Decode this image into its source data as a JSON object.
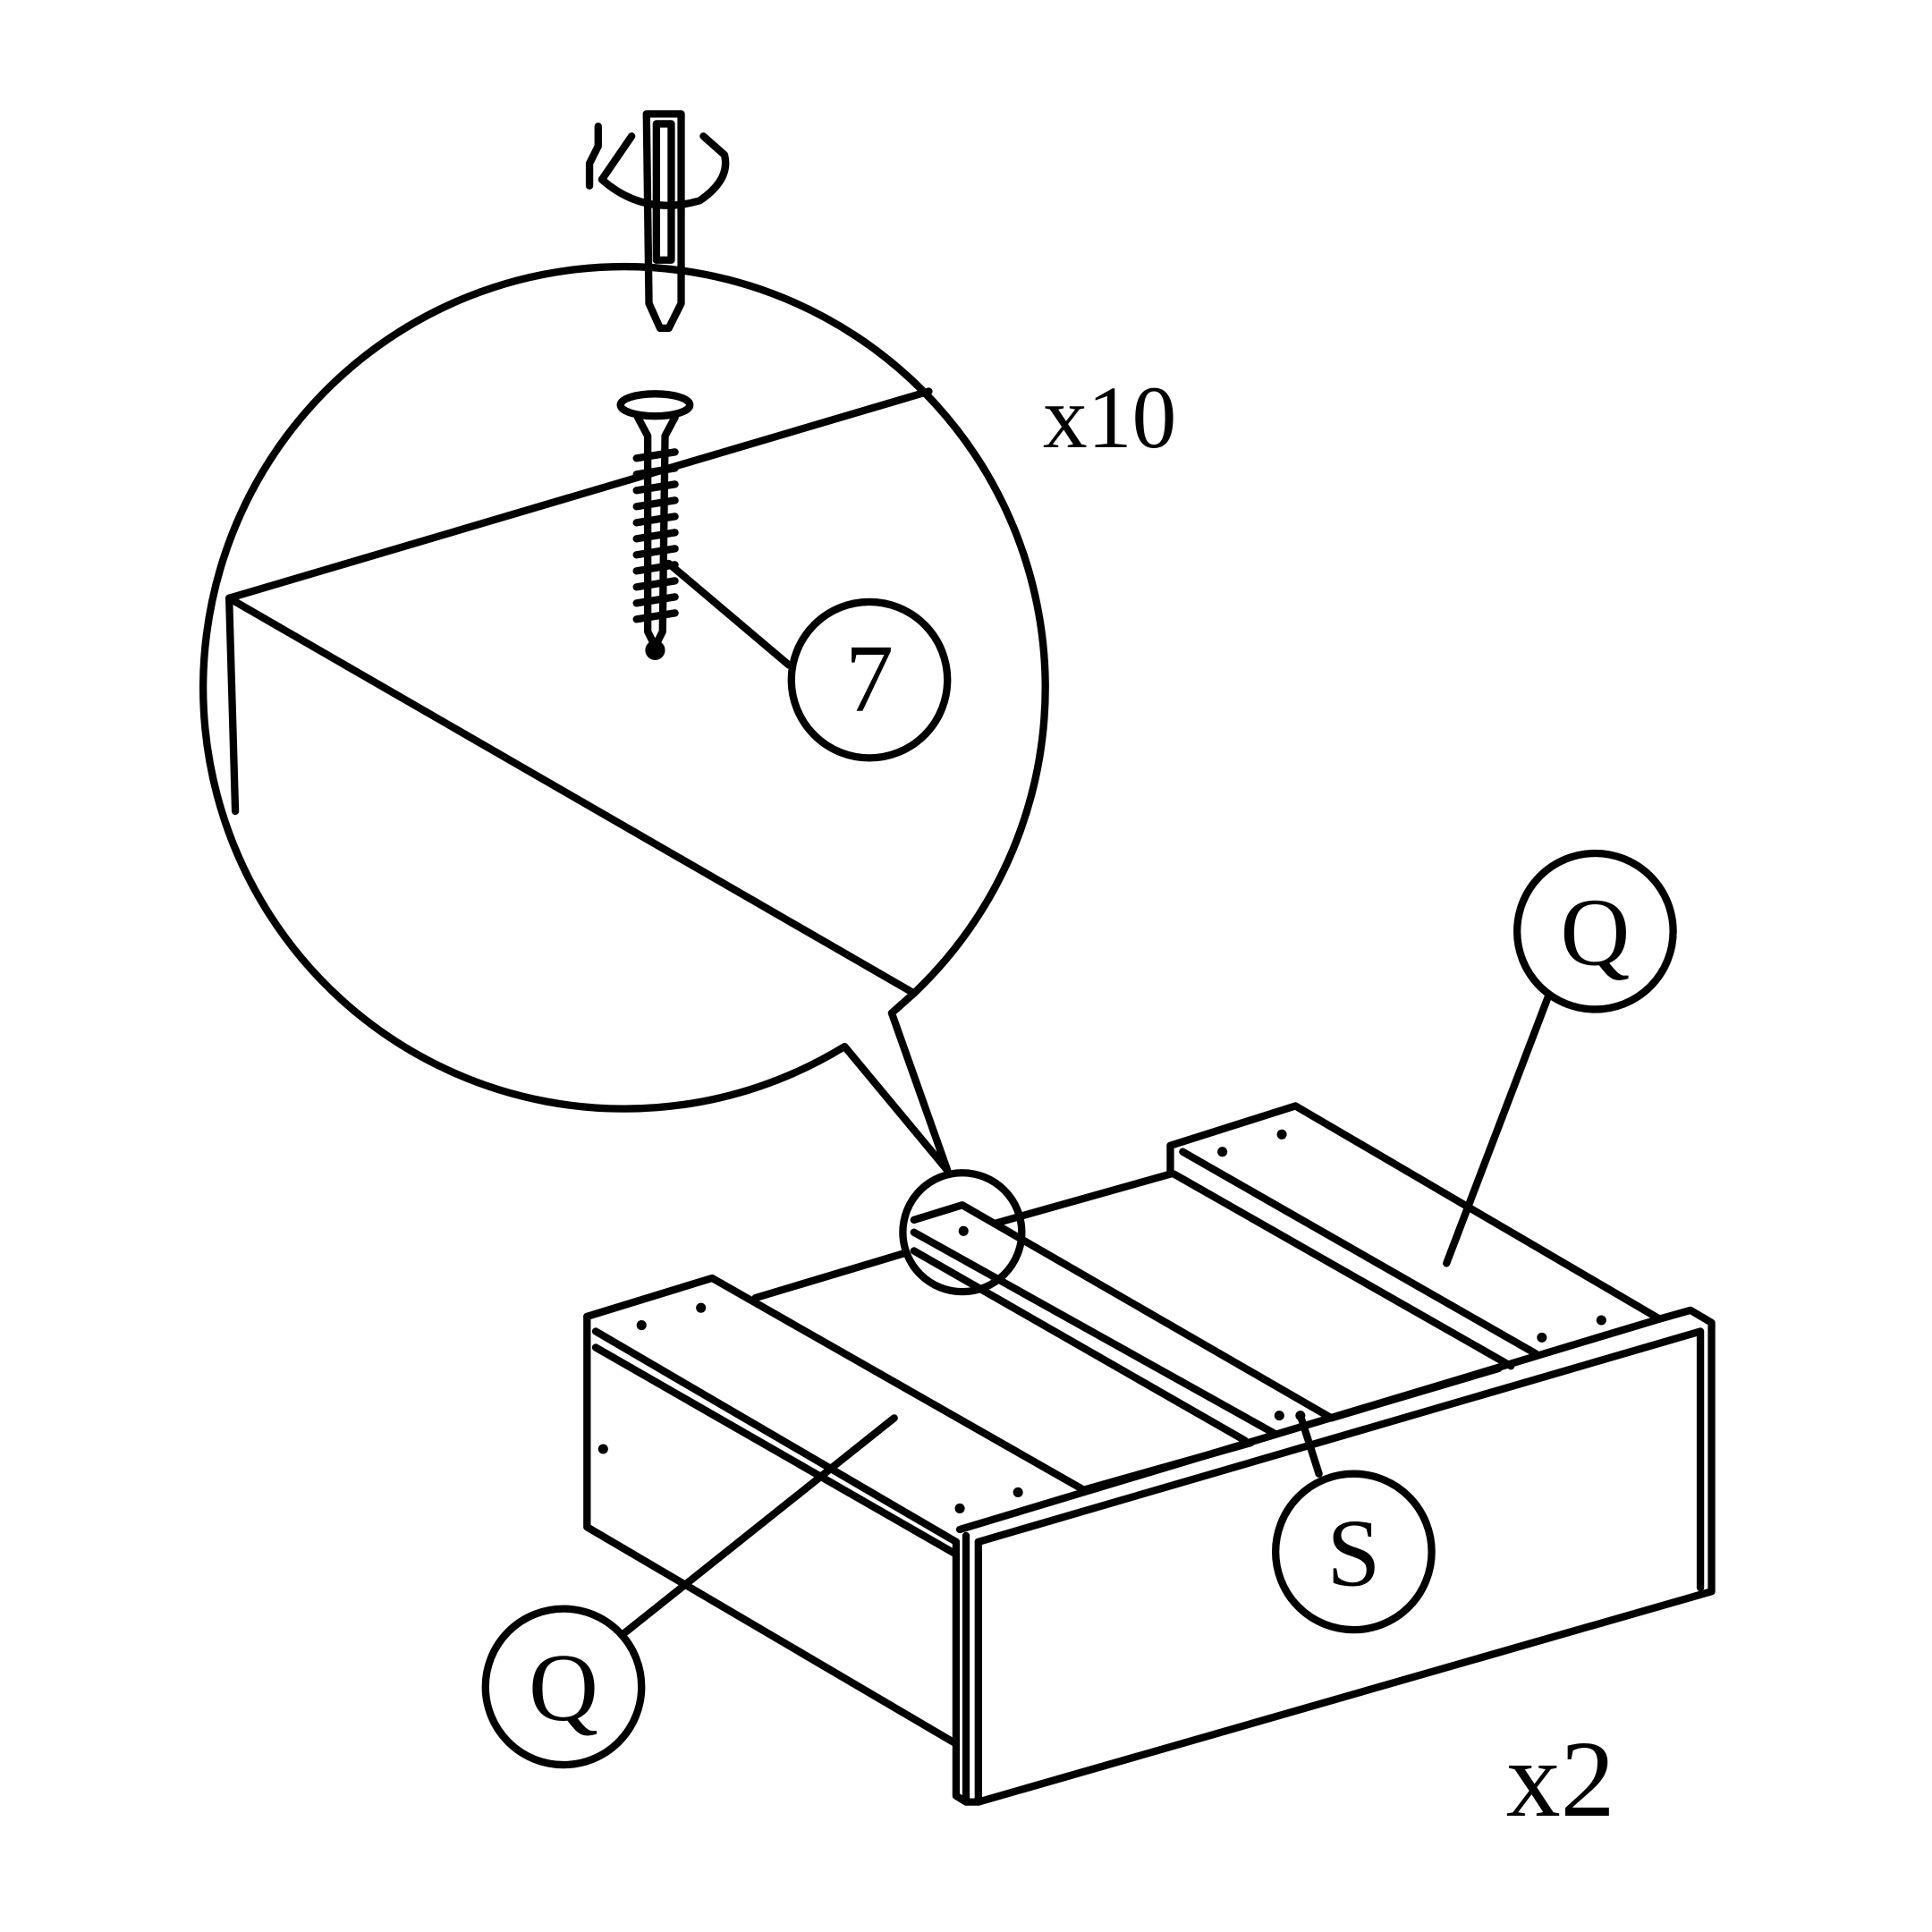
{
  "diagram": {
    "screw_quantity": "x10",
    "screw_part_number": "7",
    "panel_labels": [
      "Q",
      "Q",
      "S"
    ],
    "assembly_quantity": "x2",
    "colors": {
      "line": "#000000",
      "background": "#ffffff"
    }
  }
}
